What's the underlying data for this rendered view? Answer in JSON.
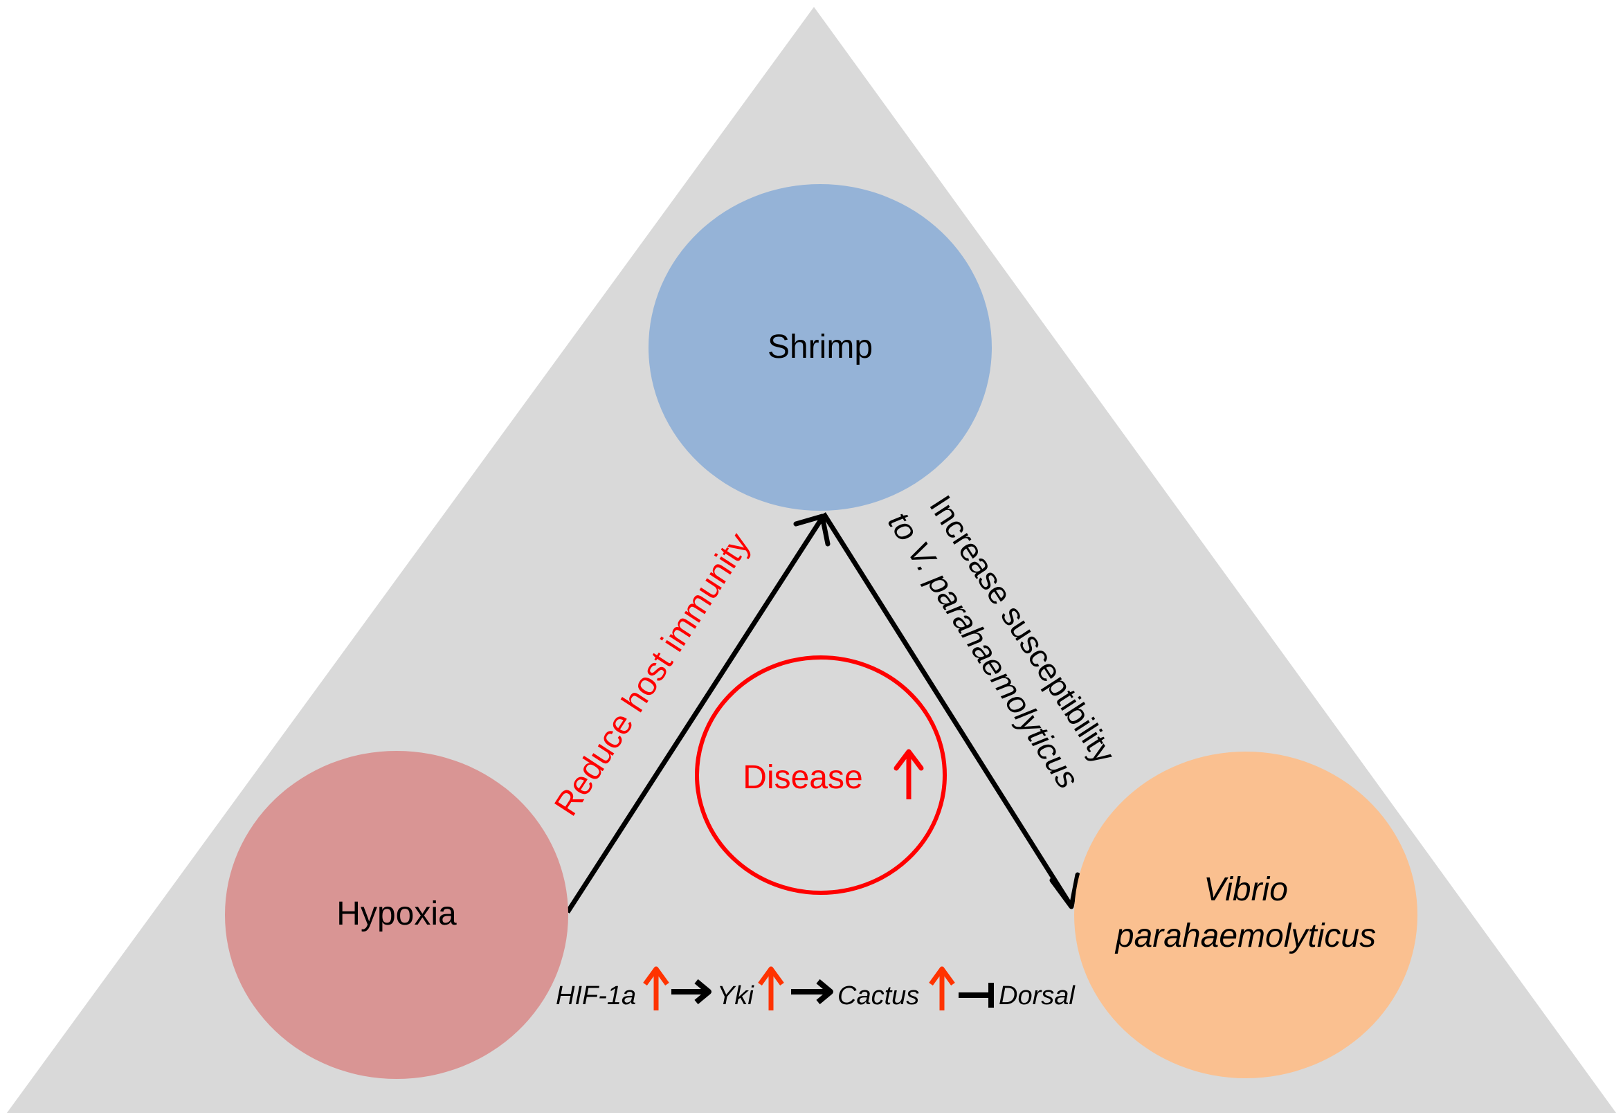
{
  "nodes": {
    "shrimp": {
      "label": "Shrimp",
      "color": "#95B3D7"
    },
    "hypoxia": {
      "label": "Hypoxia",
      "color": "#D99594"
    },
    "vibrio": {
      "label_line1": "Vibrio",
      "label_line2": "parahaemolyticus",
      "color": "#FAC090"
    },
    "disease": {
      "label": "Disease",
      "color": "#FF0000"
    }
  },
  "edges": {
    "hypoxia_to_shrimp": {
      "label": "Reduce host immunity",
      "label_color": "#FF0000"
    },
    "shrimp_to_vibrio": {
      "label_line1": "Increase susceptibility",
      "label_line2": "to V. parahaemolyticus"
    }
  },
  "pathway": {
    "genes": [
      "HIF-1a",
      "Yki",
      "Cactus",
      "Dorsal"
    ],
    "up_color": "#FF3300"
  },
  "background": {
    "triangle_color": "#D9D9D9"
  }
}
